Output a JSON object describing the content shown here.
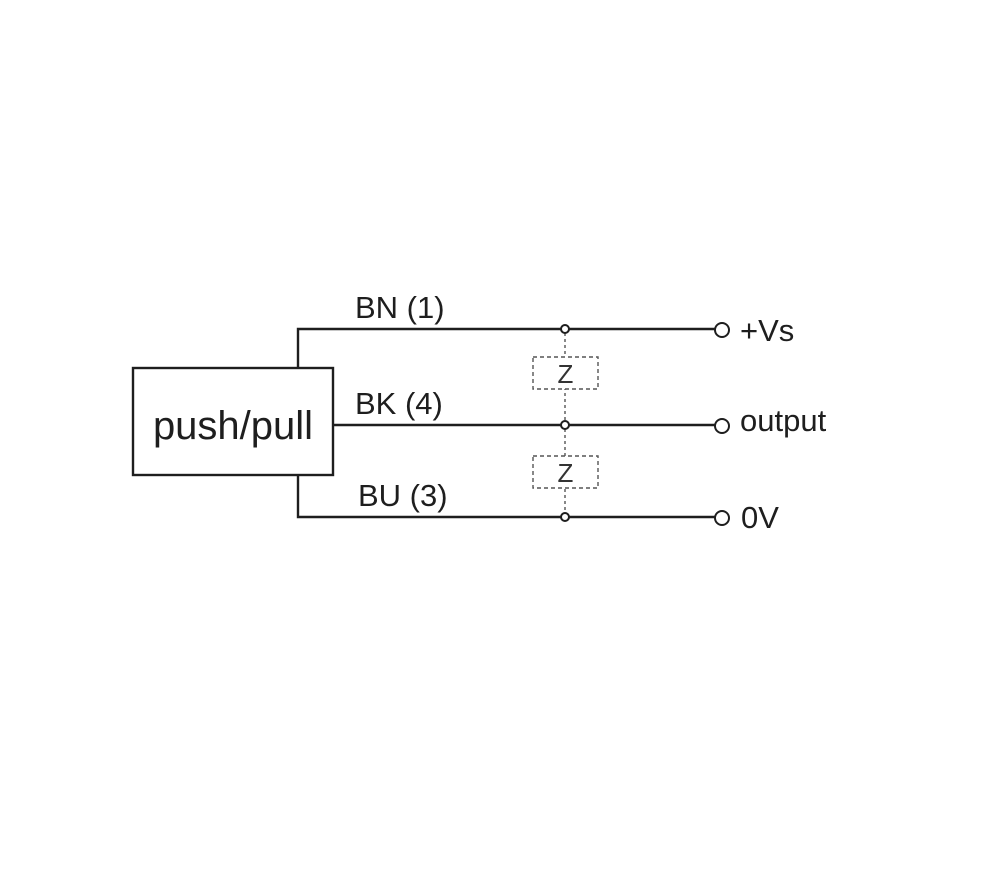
{
  "diagram": {
    "type": "sensor-wiring-diagram",
    "device": {
      "label": "push/pull"
    },
    "wires": [
      {
        "id": "bn",
        "label": "BN (1)",
        "color_code": "BN",
        "pin": 1,
        "terminal": "+Vs"
      },
      {
        "id": "bk",
        "label": "BK (4)",
        "color_code": "BK",
        "pin": 4,
        "terminal": "output"
      },
      {
        "id": "bu",
        "label": "BU (3)",
        "color_code": "BU",
        "pin": 3,
        "terminal": "0V"
      }
    ],
    "loads": [
      {
        "label": "Z",
        "between": [
          "+Vs",
          "output"
        ]
      },
      {
        "label": "Z",
        "between": [
          "output",
          "0V"
        ]
      }
    ],
    "colors": {
      "line": "#1e1e1e",
      "dashed": "#555555",
      "background": "#ffffff"
    }
  }
}
